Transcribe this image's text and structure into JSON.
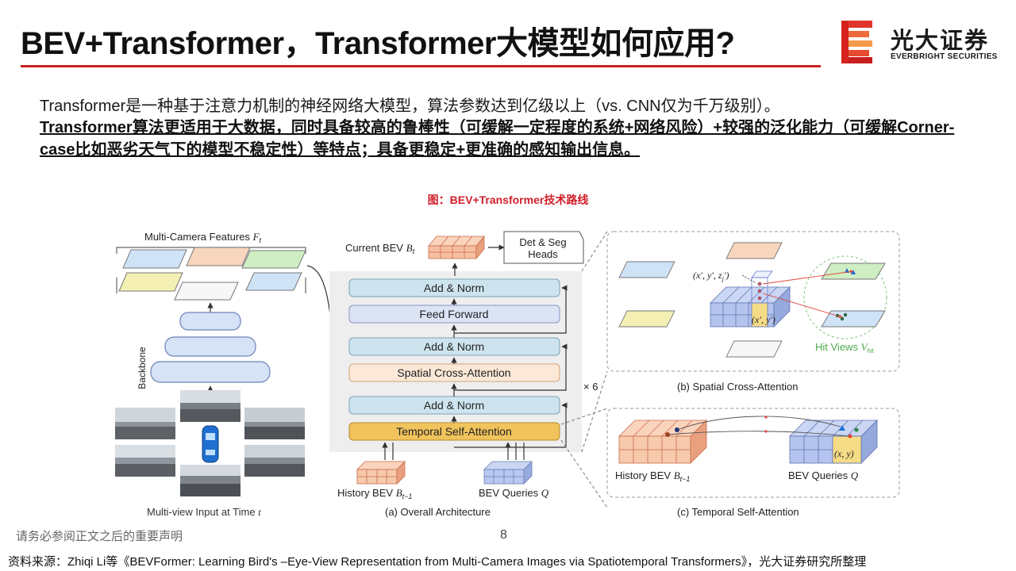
{
  "header": {
    "title": "BEV+Transformer，Transformer大模型如何应用?",
    "logo_cn": "光大证券",
    "logo_en": "EVERBRIGHT SECURITIES"
  },
  "body": {
    "para1": "Transformer是一种基于注意力机制的神经网络大模型，算法参数达到亿级以上（vs. CNN仅为千万级别）。",
    "para2": "Transformer算法更适用于大数据，同时具备较高的鲁棒性（可缓解一定程度的系统+网络风险）+较强的泛化能力（可缓解Corner-case比如恶劣天气下的模型不稳定性）等特点；具备更稳定+更准确的感知输出信息。"
  },
  "figure": {
    "caption": "图：BEV+Transformer技术路线",
    "multi_camera_label": "Multi-Camera Features",
    "multi_camera_sym": "F",
    "multi_camera_sub": "t",
    "backbone": "Backbone",
    "multiview_label": "Multi-view Input at Time",
    "multiview_sym": "t",
    "current_bev": "Current BEV",
    "current_bev_sym": "B",
    "current_bev_sub": "t",
    "det_seg_1": "Det & Seg",
    "det_seg_2": "Heads",
    "blocks": {
      "add_norm": "Add & Norm",
      "feed_forward": "Feed Forward",
      "spatial_ca": "Spatial Cross-Attention",
      "temporal_sa": "Temporal Self-Attention"
    },
    "times6": "× 6",
    "history_bev": "History BEV",
    "history_bev_sym": "B",
    "history_bev_sub": "t−1",
    "bev_queries": "BEV Queries",
    "bev_queries_sym": "Q",
    "panel_a": "(a) Overall Architecture",
    "panel_b": "(b) Spatial Cross-Attention",
    "panel_c": "(c) Temporal Self-Attention",
    "coord_3d": "(x′, y′, z",
    "coord_3d_sub": "j",
    "coord_3d_end": "′)",
    "coord_2d": "(x′, y′)",
    "hit_views": "Hit Views",
    "hit_views_sym": "V",
    "hit_views_sub": "hit",
    "xy": "(x, y)",
    "history_bev_c": "History BEV",
    "bev_queries_c": "BEV Queries",
    "colors": {
      "add_norm": "#cde4ee",
      "feed_forward": "#dbe3f5",
      "spatial": "#fbe8d6",
      "temporal": "#f1c35c",
      "bev_peach": "#f6c9a8",
      "bev_blue": "#b9c8ef",
      "highlight": "#f5dc86"
    }
  },
  "footer": {
    "page": "8",
    "disclaimer": "请务必参阅正文之后的重要声明",
    "source": "资料来源：Zhiqi Li等《BEVFormer: Learning Bird's –Eye-View Representation from Multi-Camera Images via Spatiotemporal Transformers》，光大证券研究所整理"
  }
}
